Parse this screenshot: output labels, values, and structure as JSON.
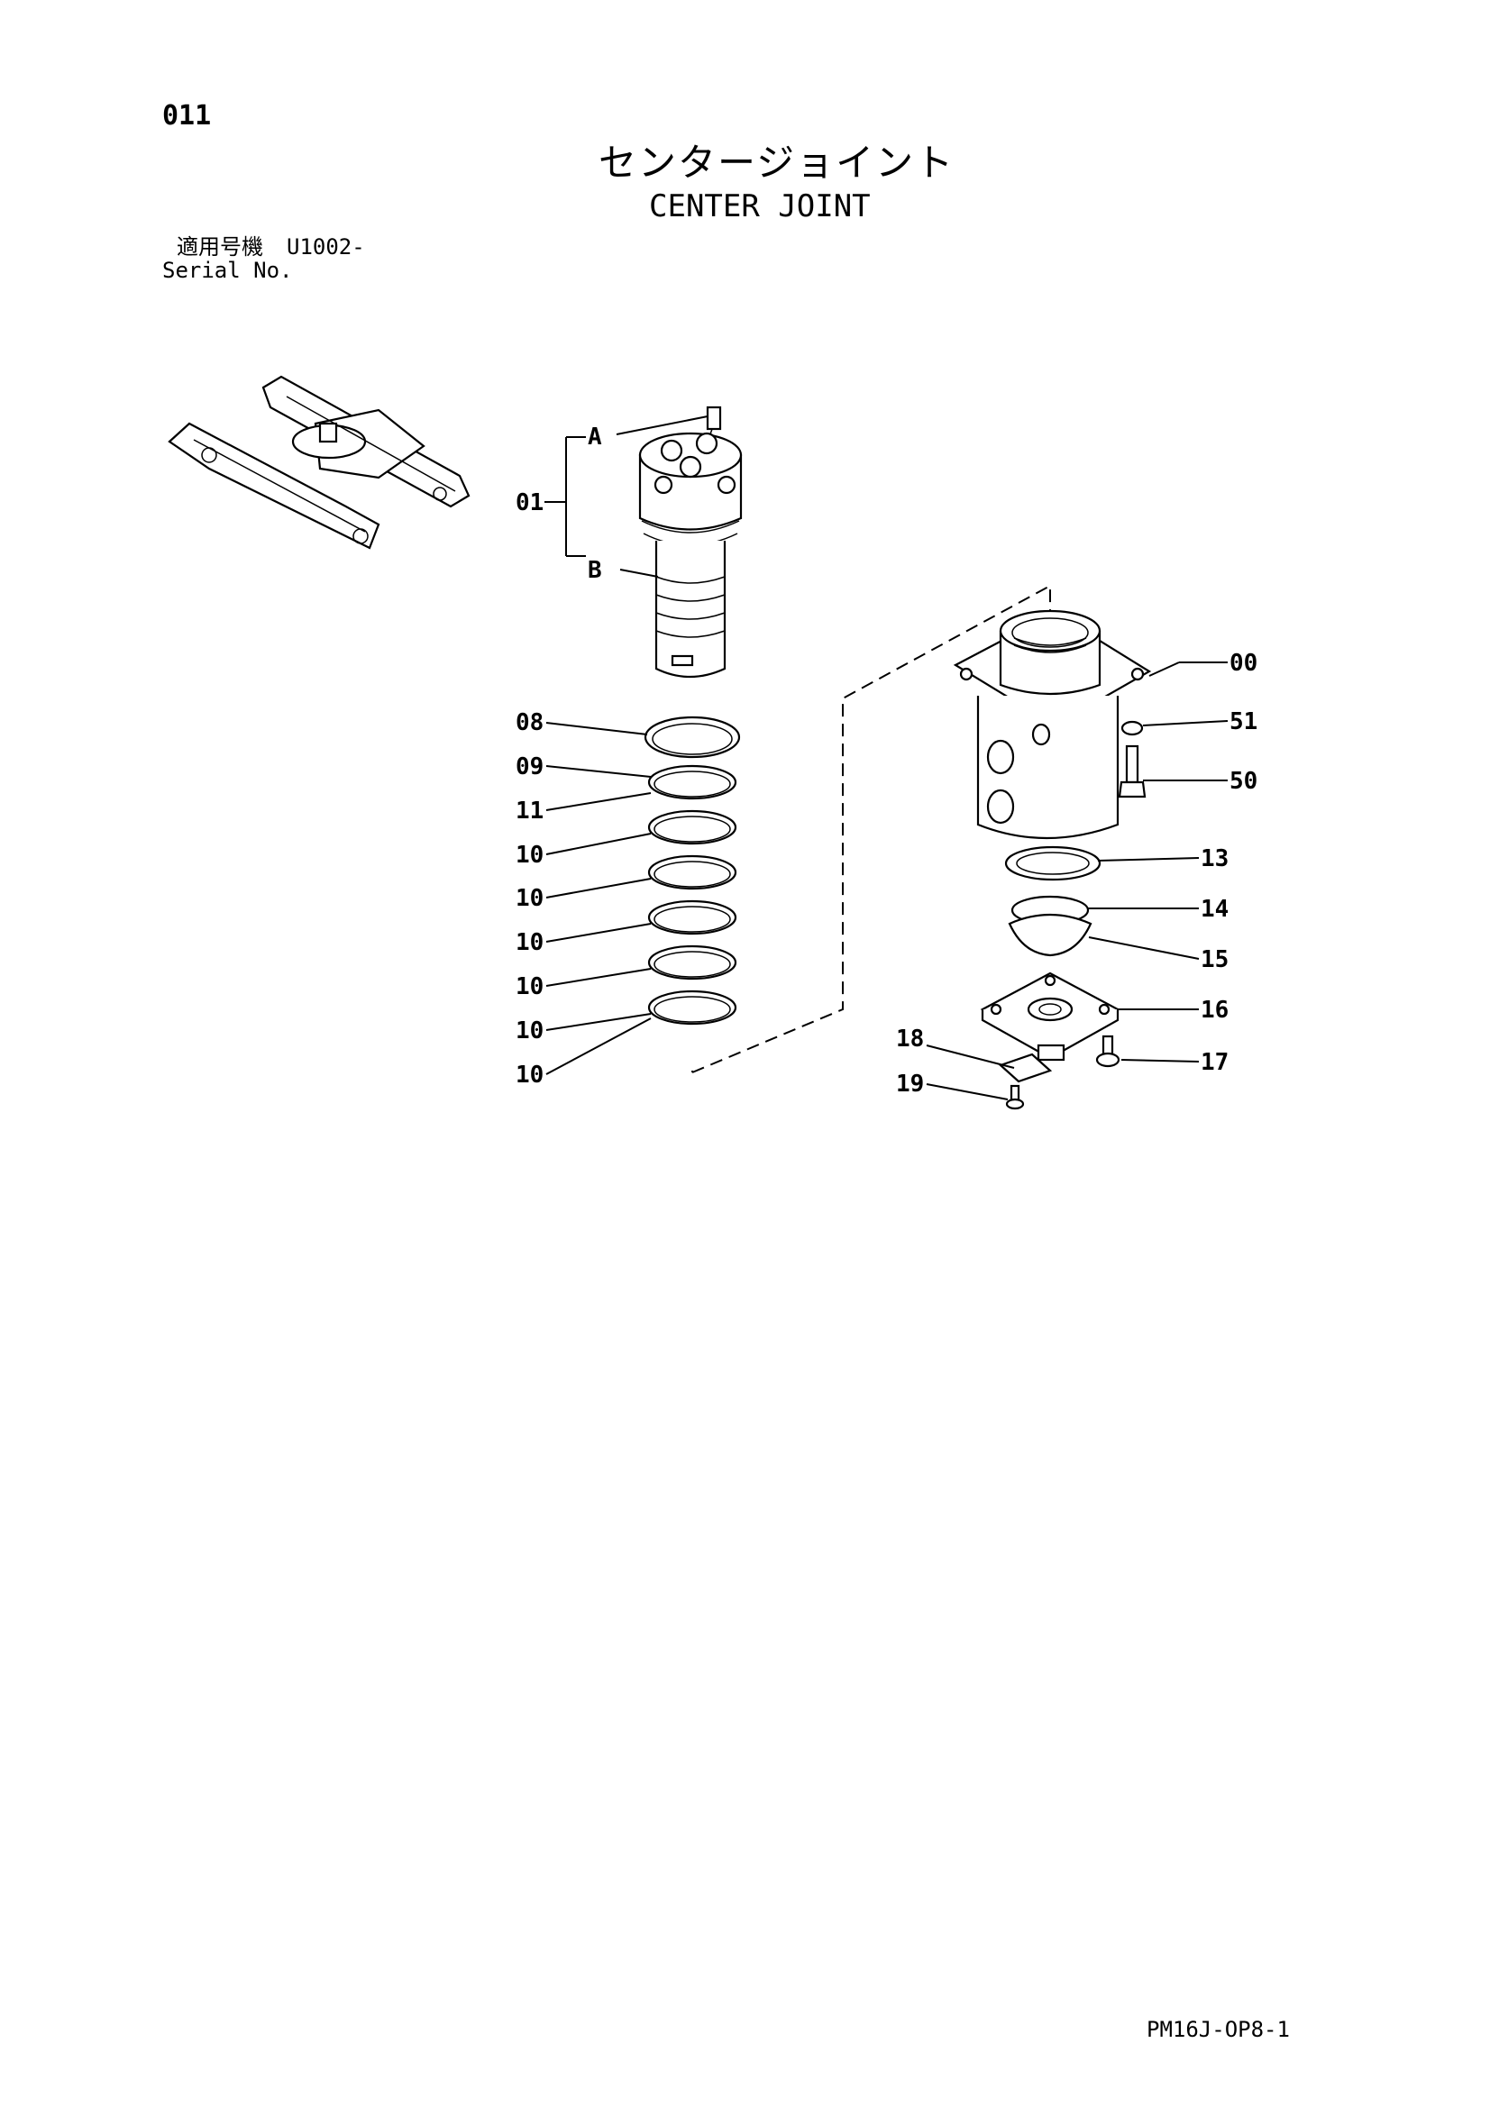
{
  "page_number": "011",
  "title_jp": "センタージョイント",
  "title_en": "CENTER JOINT",
  "serial": {
    "label_jp": "適用号機",
    "value": "U1002-",
    "label_en": "Serial No."
  },
  "doc_code": "PM16J-OP8-1",
  "callouts": {
    "c01": "01",
    "cA": "A",
    "cB": "B",
    "c08": "08",
    "c09": "09",
    "c11": "11",
    "c10a": "10",
    "c10b": "10",
    "c10c": "10",
    "c10d": "10",
    "c10e": "10",
    "c10f": "10",
    "c00": "00",
    "c51": "51",
    "c50": "50",
    "c13": "13",
    "c14": "14",
    "c15": "15",
    "c16": "16",
    "c17": "17",
    "c18": "18",
    "c19": "19"
  }
}
